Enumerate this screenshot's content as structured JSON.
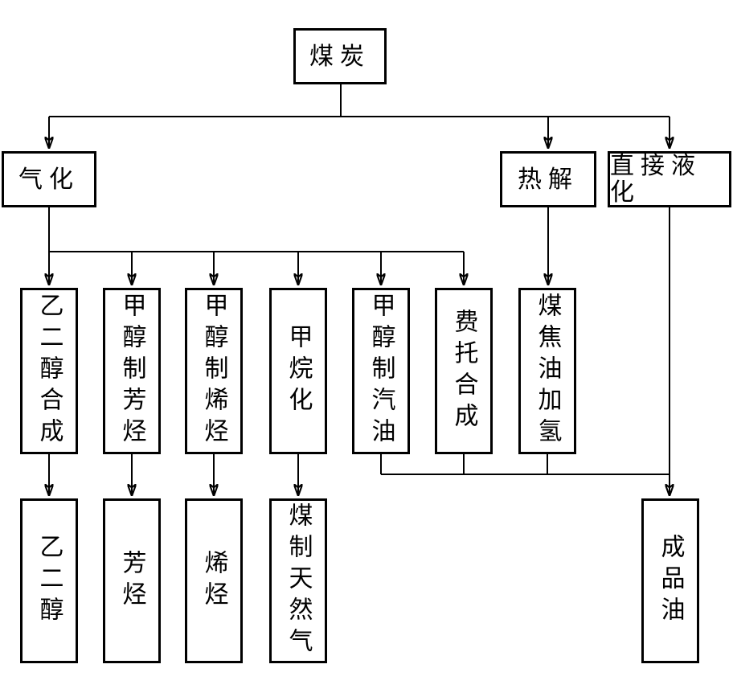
{
  "diagram": {
    "type": "flowchart",
    "colors": {
      "line": "#000000",
      "background": "#ffffff",
      "box_fill": "#ffffff"
    },
    "nodes": {
      "coal": "煤炭",
      "gasification": "气化",
      "pyrolysis": "热解",
      "direct_liquefaction": "直接液化",
      "ethylene_glycol_synthesis": "乙二醇合成",
      "methanol_to_aromatics": "甲醇制芳烃",
      "methanol_to_olefins": "甲醇制烯烃",
      "methanation": "甲烷化",
      "methanol_to_gasoline": "甲醇制汽油",
      "fischer_tropsch_synthesis": "费托合成",
      "coal_tar_hydrogenation": "煤焦油加氢",
      "ethylene_glycol": "乙二醇",
      "aromatics": "芳烃",
      "olefins": "烯烃",
      "coal_based_natural_gas": "煤制天然气",
      "refined_oil": "成品油"
    },
    "edges": [
      {
        "from": "coal",
        "to": "gasification"
      },
      {
        "from": "coal",
        "to": "pyrolysis"
      },
      {
        "from": "coal",
        "to": "direct_liquefaction"
      },
      {
        "from": "gasification",
        "to": "ethylene_glycol_synthesis"
      },
      {
        "from": "gasification",
        "to": "methanol_to_aromatics"
      },
      {
        "from": "gasification",
        "to": "methanol_to_olefins"
      },
      {
        "from": "gasification",
        "to": "methanation"
      },
      {
        "from": "gasification",
        "to": "methanol_to_gasoline"
      },
      {
        "from": "gasification",
        "to": "fischer_tropsch_synthesis"
      },
      {
        "from": "pyrolysis",
        "to": "coal_tar_hydrogenation"
      },
      {
        "from": "ethylene_glycol_synthesis",
        "to": "ethylene_glycol"
      },
      {
        "from": "methanol_to_aromatics",
        "to": "aromatics"
      },
      {
        "from": "methanol_to_olefins",
        "to": "olefins"
      },
      {
        "from": "methanation",
        "to": "coal_based_natural_gas"
      },
      {
        "from": "methanol_to_gasoline",
        "to": "refined_oil"
      },
      {
        "from": "fischer_tropsch_synthesis",
        "to": "refined_oil"
      },
      {
        "from": "coal_tar_hydrogenation",
        "to": "refined_oil"
      },
      {
        "from": "direct_liquefaction",
        "to": "refined_oil"
      }
    ]
  }
}
